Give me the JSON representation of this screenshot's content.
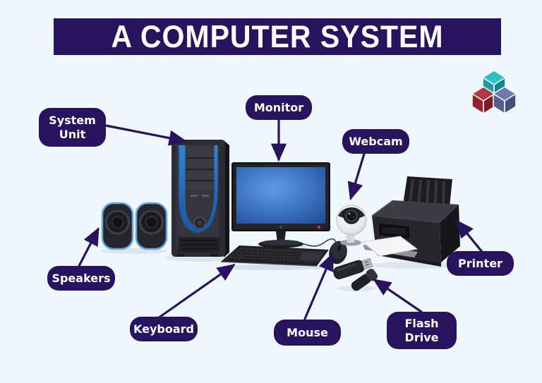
{
  "title": "A COMPUTER SYSTEM",
  "theme": {
    "background": "#eef7fb",
    "navy": "#28135e",
    "label_text_color": "#ffffff",
    "accent_blue": "#2e7fd1",
    "screen_blue": "#2f66b5"
  },
  "logo": {
    "name": "three-cubes-logo",
    "cubes": [
      {
        "name": "teal-cube",
        "color": "#33bfc7"
      },
      {
        "name": "red-cube",
        "color": "#b23744"
      },
      {
        "name": "blue-cube",
        "color": "#7079ad"
      }
    ]
  },
  "labels": {
    "system_unit": "System Unit",
    "monitor": "Monitor",
    "webcam": "Webcam",
    "speakers": "Speakers",
    "keyboard": "Keyboard",
    "mouse": "Mouse",
    "flash_drive": "Flash Drive",
    "printer": "Printer"
  },
  "devices": [
    "system-unit-tower",
    "monitor",
    "webcam",
    "speakers",
    "keyboard",
    "mouse",
    "flash-drives",
    "printer"
  ]
}
